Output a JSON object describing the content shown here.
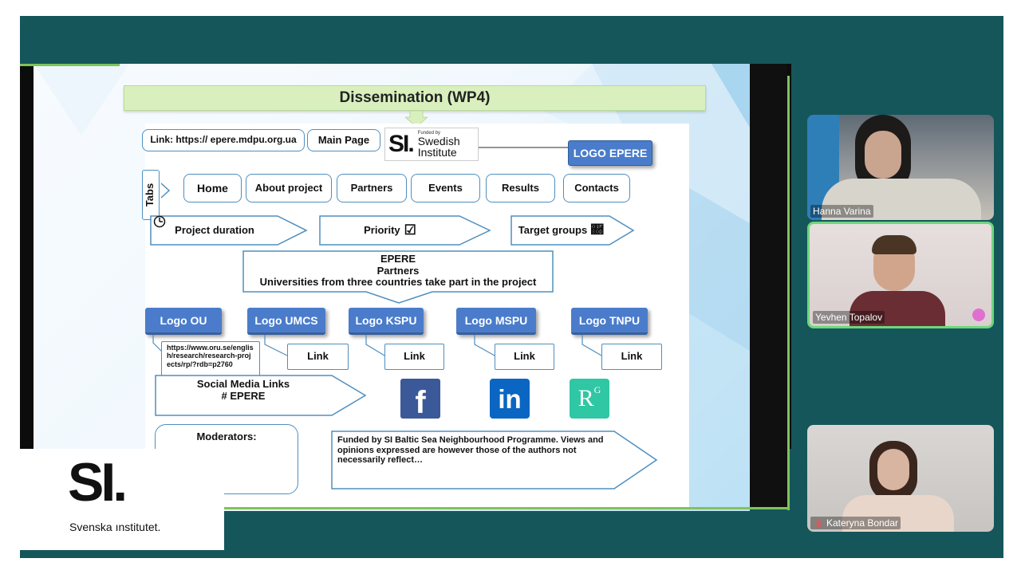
{
  "slide": {
    "title": "Dissemination (WP4)",
    "link_label": "Link: https:// epere.mdpu.org.ua",
    "main_page": "Main Page",
    "si_logo": {
      "funded_by": "Funded by",
      "name_line1": "Swedish",
      "name_line2": "Institute",
      "mark": "SI."
    },
    "logo_epere": "LOGO EPERE",
    "tabs_label": "Tabs",
    "tabs": [
      "Home",
      "About project",
      "Partners",
      "Events",
      "Results",
      "Contacts"
    ],
    "project_duration": "Project duration",
    "priority": "Priority",
    "target_groups": "Target groups",
    "partners_box": {
      "line1": "EPERE",
      "line2": "Partners",
      "line3": "Universities from three countries take part in the project"
    },
    "logos": [
      "Logo OU",
      "Logo UMCS",
      "Logo KSPU",
      "Logo MSPU",
      "Logo TNPU"
    ],
    "ou_url": "https://www.oru.se/englis h/research/research-projects/rp/?rdb=p2760",
    "link": "Link",
    "social": {
      "line1": "Social Media Links",
      "line2": "# EPERE"
    },
    "social_icons": [
      {
        "name": "facebook-icon",
        "glyph": "f",
        "color": "#3b5998"
      },
      {
        "name": "linkedin-icon",
        "glyph": "in",
        "color": "#0a66c2"
      },
      {
        "name": "researchgate-icon",
        "glyph": "R",
        "sup": "G",
        "color": "#2fc7a4"
      }
    ],
    "moderators": "Moderators:",
    "funded_text": "Funded by SI Baltic Sea Neighbourhood Programme. Views and opinions  expressed are however those of the authors not necessarily reflect…"
  },
  "participants": [
    {
      "name": "Hanna Varina"
    },
    {
      "name": "Yevhen Topalov"
    },
    {
      "name": "Kateryna Bondar",
      "muted": true
    }
  ],
  "corner_logo": {
    "mark": "SI.",
    "text": "Svenska ınstitutet."
  },
  "colors": {
    "stage": "#15565a",
    "accent_green": "#7fc45a",
    "logo_button": "#4a7ccb"
  }
}
